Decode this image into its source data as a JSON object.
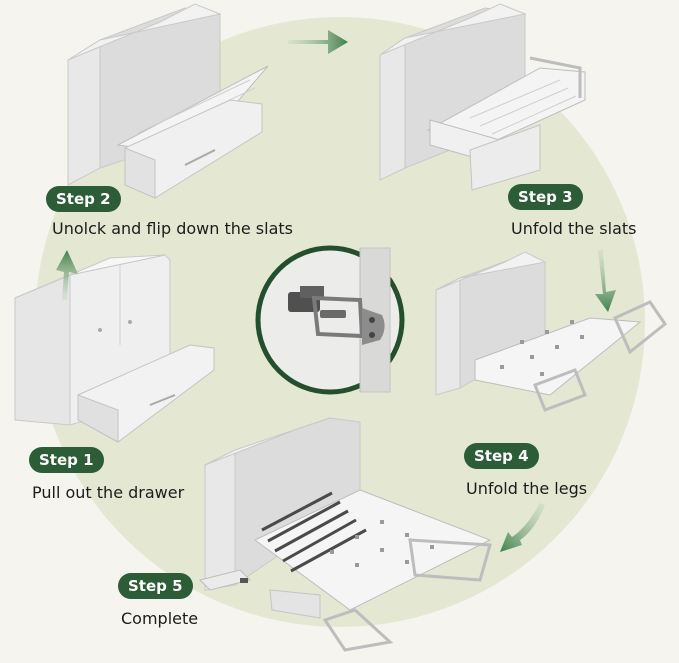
{
  "steps": [
    {
      "badge": "Step 1",
      "caption": "Pull out the drawer"
    },
    {
      "badge": "Step 2",
      "caption": "Unolck and flip down the slats"
    },
    {
      "badge": "Step 3",
      "caption": "Unfold the slats"
    },
    {
      "badge": "Step 4",
      "caption": "Unfold the legs"
    },
    {
      "badge": "Step 5",
      "caption": "Complete"
    }
  ],
  "colors": {
    "background": "#f6f4ee",
    "circle_fill": "#e4e7d2",
    "badge": "#2c5d36",
    "arrow_dark": "#3f7f4c",
    "arrow_light": "#a9c7a2",
    "inset_ring": "#234f2c"
  },
  "icons": [
    "arrow-icon",
    "latch-icon"
  ]
}
